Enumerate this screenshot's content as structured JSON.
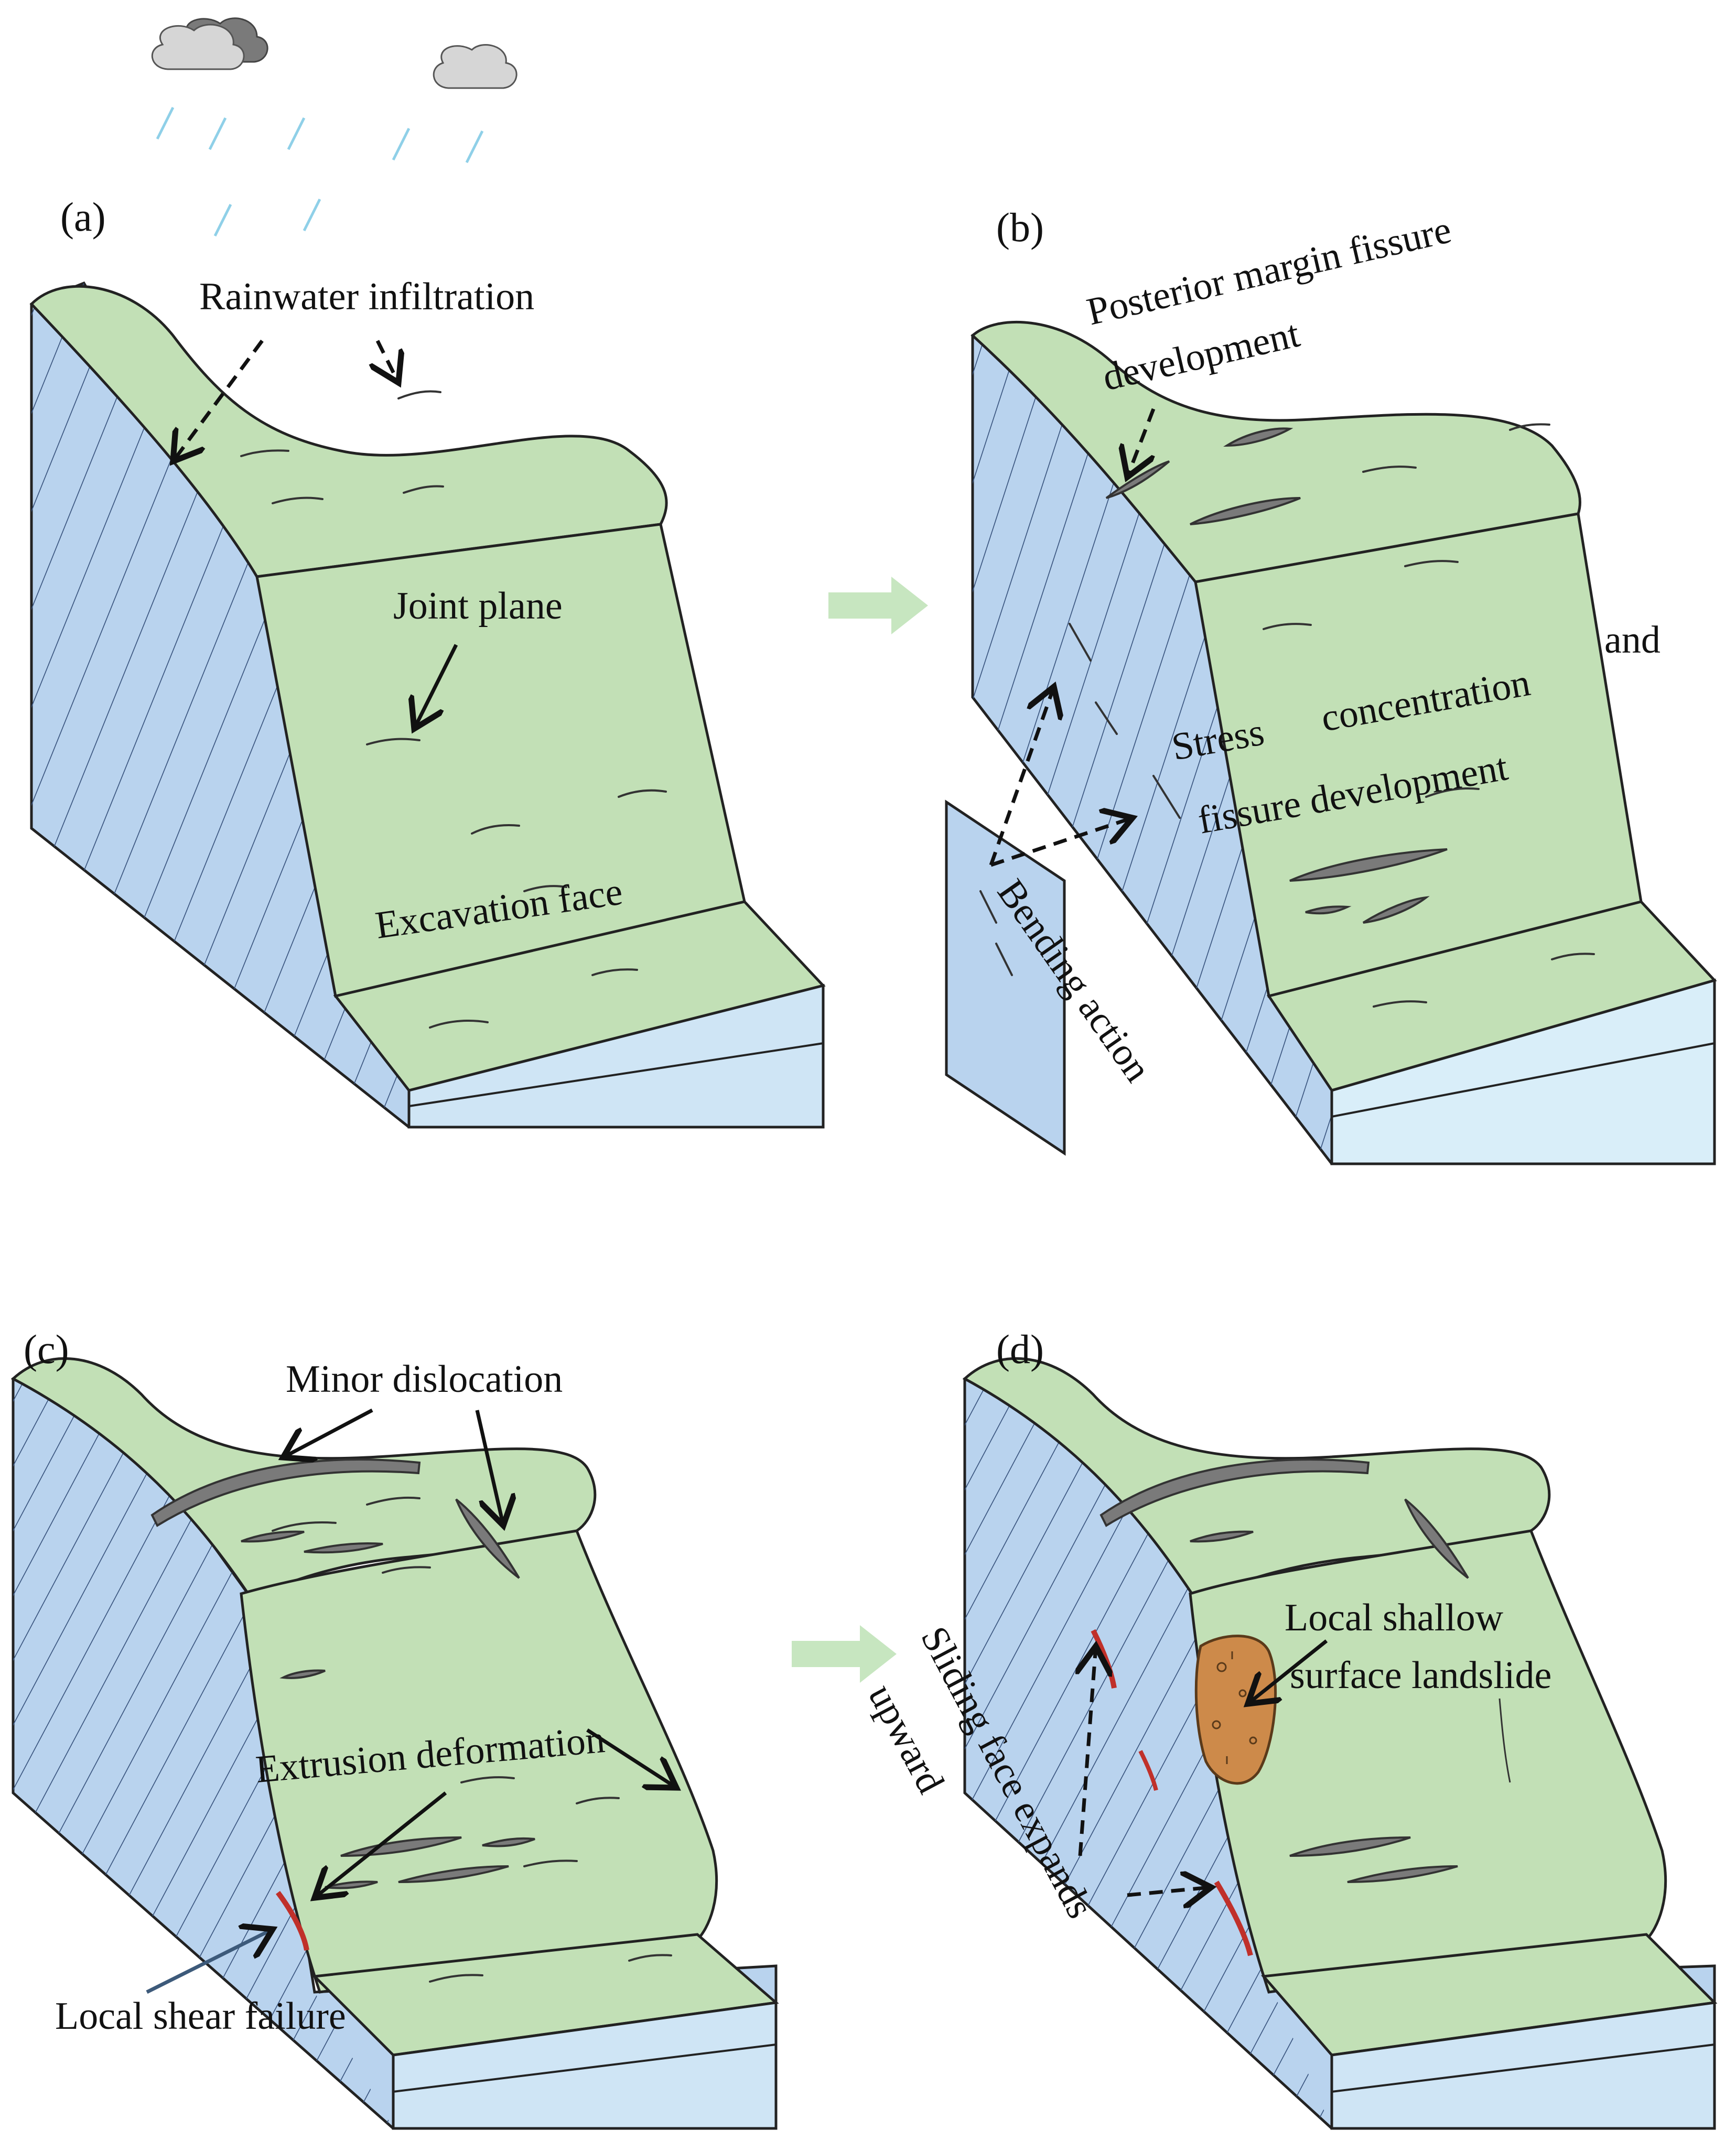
{
  "colors": {
    "ground_top": "#c2e0b6",
    "rock_side": "#b9d3ee",
    "base_light": "#cfe5f5",
    "fissure": "#7a7a7a",
    "shear": "#c0302a",
    "landslide": "#cd8a4a",
    "arrow_transition": "#c7e6c0",
    "rain": "#8fd0e8",
    "cloud": "#d6d6d6",
    "cloud_dark": "#7a7a7a"
  },
  "panels": {
    "a": {
      "tag": "(a)",
      "labels": {
        "rainwater": "Rainwater infiltration",
        "joint": "Joint plane",
        "excavation": "Excavation face"
      }
    },
    "b": {
      "tag": "(b)",
      "labels": {
        "posterior_1": "Posterior margin fissure",
        "posterior_2": "development",
        "stress_1": "Stress",
        "stress_2": "concentration",
        "stress_3": "and",
        "stress_4": "fissure development",
        "bending": "Bending action"
      }
    },
    "c": {
      "tag": "(c)",
      "labels": {
        "minor": "Minor dislocation",
        "extrusion": "Extrusion deformation",
        "shear": "Local shear failure"
      }
    },
    "d": {
      "tag": "(d)",
      "labels": {
        "local_1": "Local shallow",
        "local_2": "surface landslide",
        "sliding_1": "Sliding face expands",
        "sliding_2": "upward"
      }
    }
  },
  "icons": [
    "cloud-icon",
    "rain-icon",
    "transition-arrow-icon"
  ]
}
